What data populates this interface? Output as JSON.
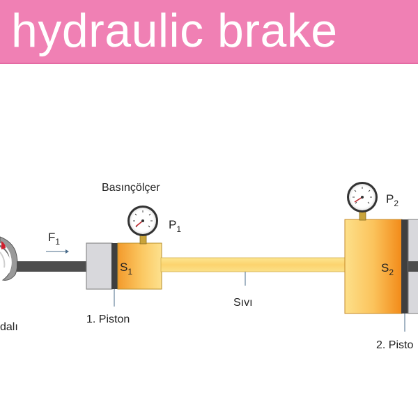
{
  "title": "hydraulic brake",
  "labels": {
    "gauge_label": "Basınçölçer",
    "force_symbol": "F",
    "force_sub": "1",
    "p1_symbol": "P",
    "p1_sub": "1",
    "p2_symbol": "P",
    "p2_sub": "2",
    "s1_symbol": "S",
    "s1_sub": "1",
    "s2_symbol": "S",
    "s2_sub": "2",
    "piston1": "1. Piston",
    "piston2": "2. Pisto",
    "fluid": "Sıvı",
    "pedal_partial": "dalı"
  },
  "colors": {
    "banner": "#f080b4",
    "fluid_light": "#fde08a",
    "fluid_dark": "#f3921c",
    "rod": "#4d4d4d",
    "housing": "#d8d8dc"
  },
  "icons": [
    "brake-pedal-icon",
    "pressure-gauge-icon"
  ]
}
